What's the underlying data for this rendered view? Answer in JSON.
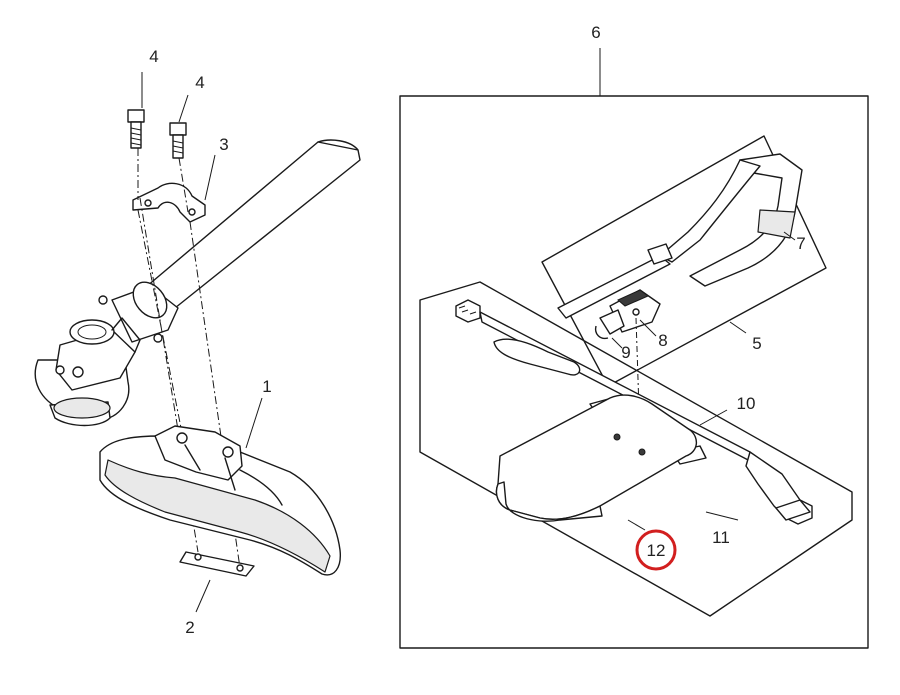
{
  "callouts": {
    "c1": "1",
    "c2": "2",
    "c3": "3",
    "c4a": "4",
    "c4b": "4",
    "c5": "5",
    "c6": "6",
    "c7": "7",
    "c8": "8",
    "c9": "9",
    "c10": "10",
    "c11": "11",
    "c12": "12"
  },
  "highlight": {
    "part": "12",
    "color": "#d21f1f"
  },
  "colors": {
    "line": "#1a1a1a",
    "background": "#ffffff"
  }
}
